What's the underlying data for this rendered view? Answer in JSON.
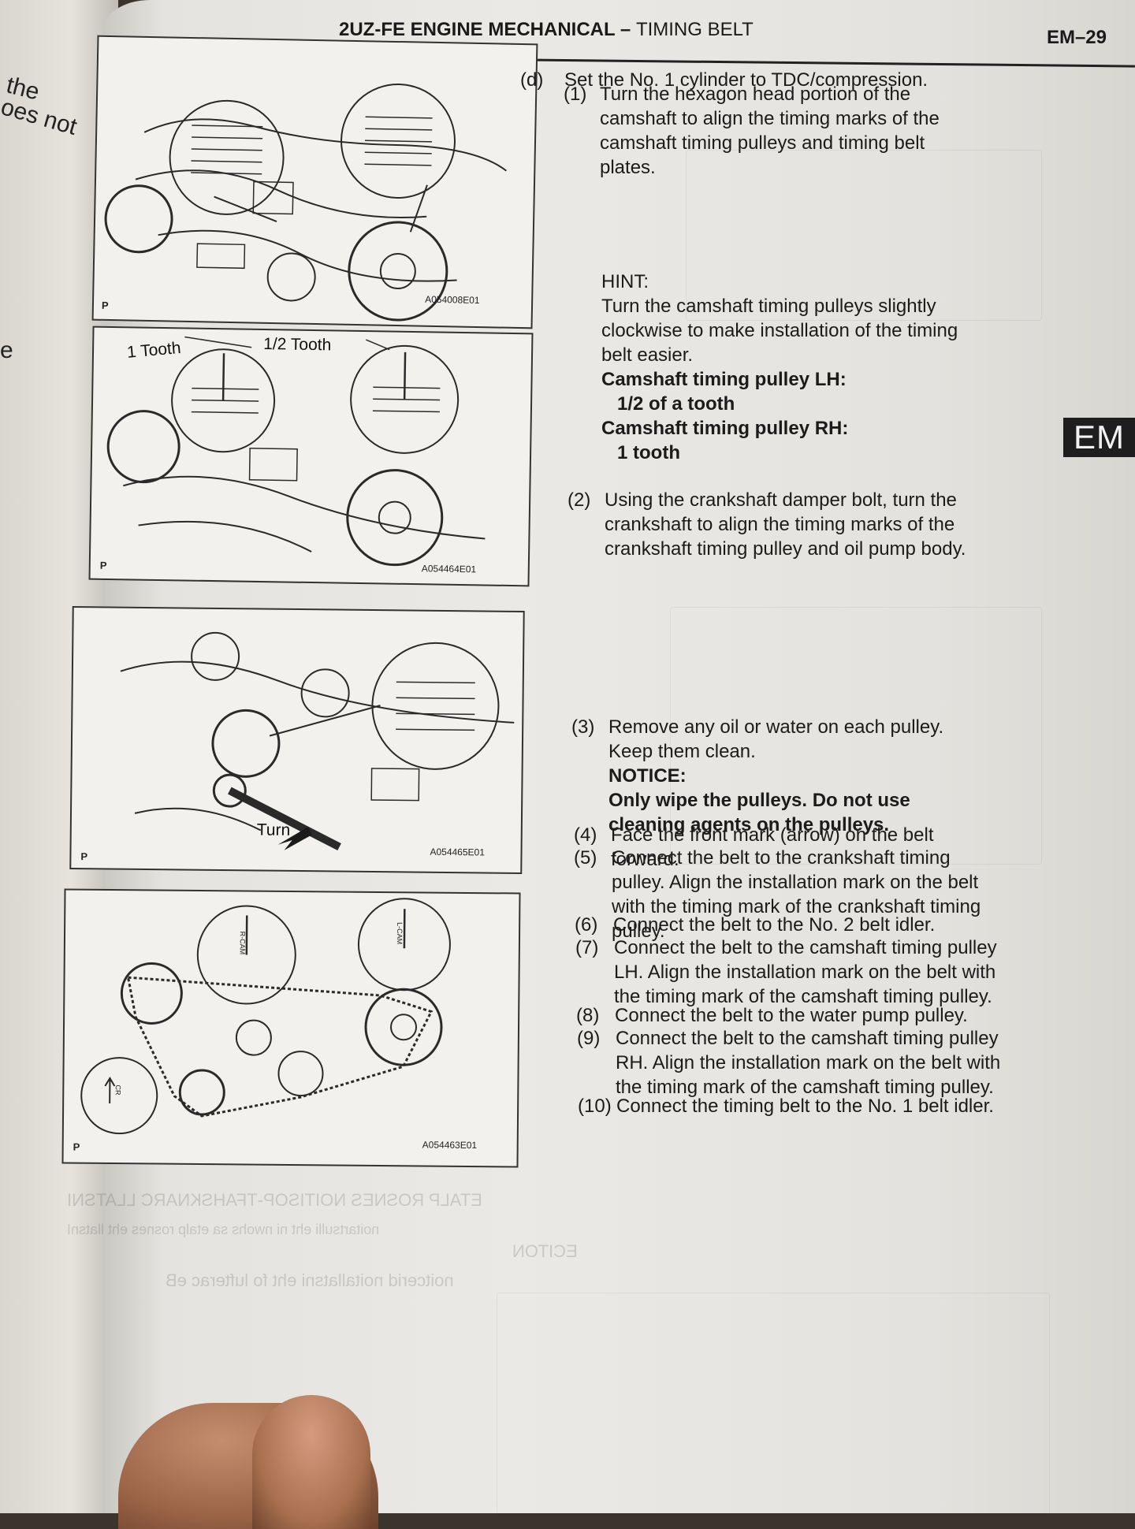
{
  "left_page": {
    "fragments": [
      "the",
      "oes not",
      "e"
    ]
  },
  "header": {
    "title": "2UZ-FE ENGINE MECHANICAL",
    "separator": " – ",
    "section": "TIMING BELT",
    "page_number": "EM–29"
  },
  "em_tab": "EM",
  "figures": [
    {
      "code": "A054008E01",
      "p": "P"
    },
    {
      "code": "A054464E01",
      "p": "P",
      "labels": [
        "1 Tooth",
        "1/2 Tooth"
      ]
    },
    {
      "code": "A054465E01",
      "p": "P",
      "labels": [
        "Turn"
      ]
    },
    {
      "code": "A054463E01",
      "p": "P",
      "labels": [
        "R-CAM",
        "L-CAM",
        "CR"
      ]
    }
  ],
  "step_d": {
    "label": "(d)",
    "text": "Set the No. 1 cylinder to TDC/compression."
  },
  "step_1": {
    "num": "(1)",
    "text": "Turn the hexagon head portion of the camshaft to align the timing marks of the camshaft timing pulleys and timing belt plates."
  },
  "hint": {
    "label": "HINT:",
    "text": "Turn the camshaft timing pulleys slightly clockwise to make installation of the timing belt easier.",
    "lh_label": "Camshaft timing pulley LH:",
    "lh_value": "1/2 of a tooth",
    "rh_label": "Camshaft timing pulley RH:",
    "rh_value": "1 tooth"
  },
  "step_2": {
    "num": "(2)",
    "text": "Using the crankshaft damper bolt, turn the crankshaft to align the timing marks of the crankshaft timing pulley and oil pump body."
  },
  "step_3": {
    "num": "(3)",
    "text": "Remove any oil or water on each pulley. Keep them clean.",
    "notice_label": "NOTICE:",
    "notice_text": "Only wipe the pulleys. Do not use cleaning agents on the pulleys."
  },
  "step_4": {
    "num": "(4)",
    "text": "Face the front mark (arrow) on the belt forward."
  },
  "step_5": {
    "num": "(5)",
    "text": "Connect the belt to the crankshaft timing pulley. Align the installation mark on the belt with the timing mark of the crankshaft timing pulley."
  },
  "step_6": {
    "num": "(6)",
    "text": "Connect the belt to the No. 2 belt idler."
  },
  "step_7": {
    "num": "(7)",
    "text": "Connect the belt to the camshaft timing pulley LH. Align the installation mark on the belt with the timing mark of the camshaft timing pulley."
  },
  "step_8": {
    "num": "(8)",
    "text": "Connect the belt to the water pump pulley."
  },
  "step_9": {
    "num": "(9)",
    "text": "Connect the belt to the camshaft timing pulley RH. Align the installation mark on the belt with the timing mark of the camshaft timing pulley."
  },
  "step_10": {
    "num": "(10)",
    "text": "Connect the timing belt to the No. 1 belt idler."
  },
  "bleed_through": [
    "ETALP ROSNES NOITISOP-TFAHSKNARC LLATSNI",
    "noitartsulli eht ni nwohs sa etalp rosnes eht llatsnI",
    "ECITON",
    "noitcerid noitallatsni eht fo lufterac eB"
  ],
  "colors": {
    "page": "#ebe9e5",
    "ink": "#1b1b1b",
    "tab": "#1e1e1e"
  }
}
